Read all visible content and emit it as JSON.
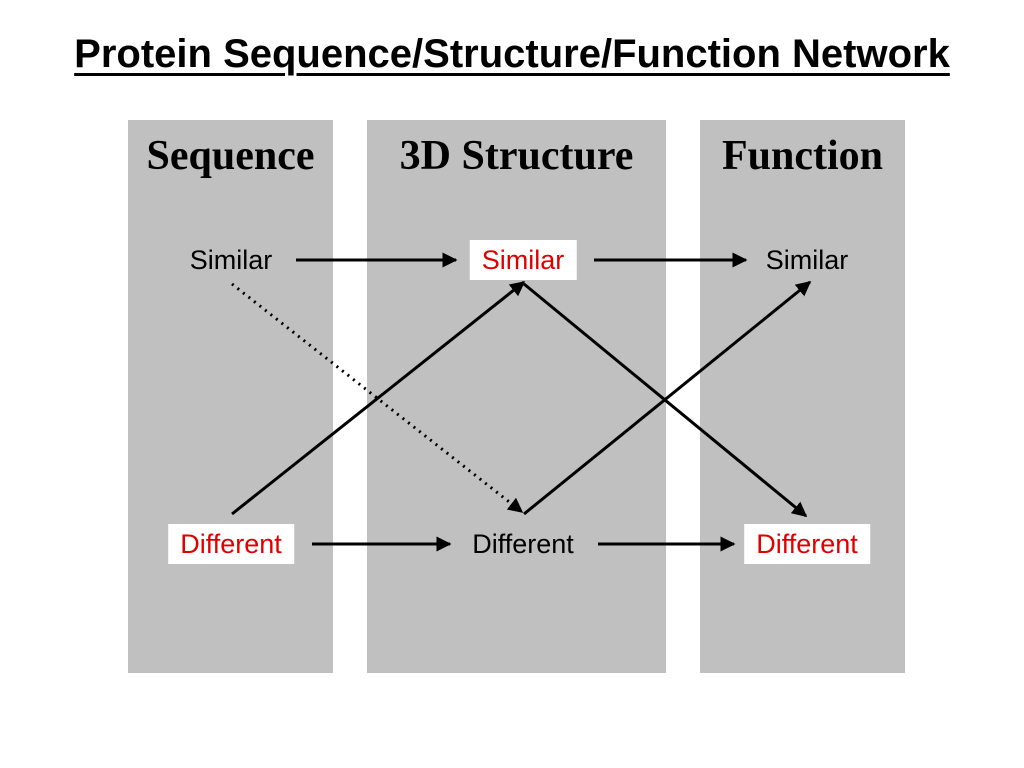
{
  "title": "Protein Sequence/Structure/Function Network",
  "columns": {
    "sequence": {
      "header": "Sequence",
      "similar": "Similar",
      "different": "Different"
    },
    "structure": {
      "header": "3D Structure",
      "similar": "Similar",
      "different": "Different"
    },
    "function": {
      "header": "Function",
      "similar": "Similar",
      "different": "Different"
    }
  },
  "colors": {
    "panel": "#c0c0c0",
    "highlight_text": "#e00000",
    "normal_text": "#000000",
    "arrow": "#000000"
  },
  "edges": [
    {
      "from": "sequence.similar",
      "to": "structure.similar",
      "style": "solid"
    },
    {
      "from": "structure.similar",
      "to": "function.similar",
      "style": "solid"
    },
    {
      "from": "sequence.different",
      "to": "structure.different",
      "style": "solid"
    },
    {
      "from": "structure.different",
      "to": "function.different",
      "style": "solid"
    },
    {
      "from": "sequence.different",
      "to": "structure.similar",
      "style": "solid"
    },
    {
      "from": "structure.similar",
      "to": "function.different",
      "style": "solid"
    },
    {
      "from": "structure.different",
      "to": "function.similar",
      "style": "solid"
    },
    {
      "from": "sequence.similar",
      "to": "structure.different",
      "style": "dotted"
    }
  ],
  "highlighted_nodes": [
    "structure.similar",
    "sequence.different",
    "function.different"
  ]
}
